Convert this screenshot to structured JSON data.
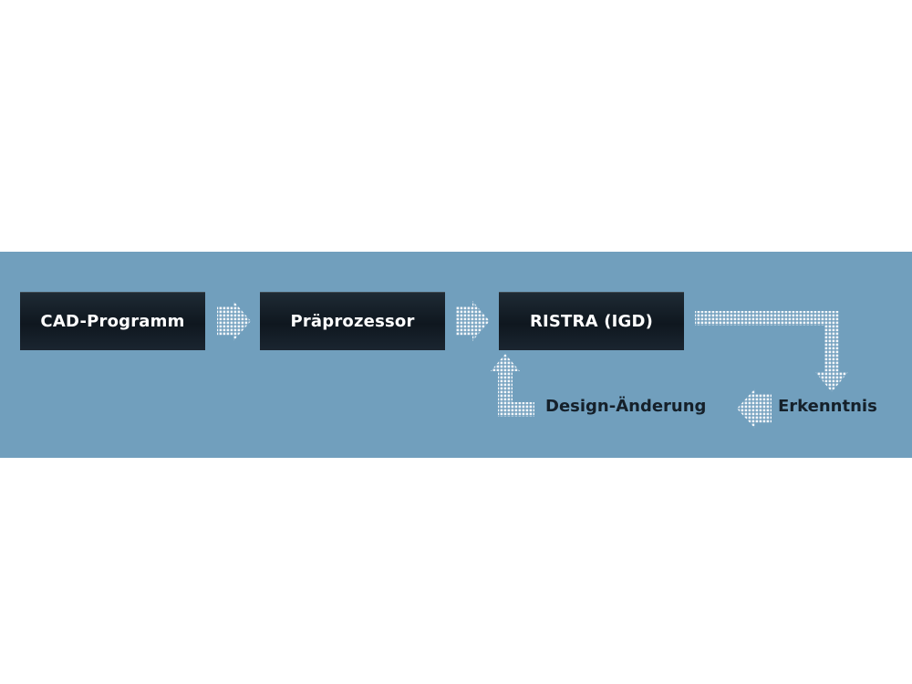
{
  "boxes": {
    "cad": "CAD-Programm",
    "preprocessor": "Präprozessor",
    "ristra": "RISTRA (IGD)"
  },
  "labels": {
    "design_change": "Design-Änderung",
    "insight": "Erkenntnis"
  },
  "colors": {
    "background_band": "#719fbd",
    "box_fill": "#121b24",
    "box_text": "#ffffff",
    "label_text": "#15202a",
    "arrow_dots": "#ffffff"
  }
}
